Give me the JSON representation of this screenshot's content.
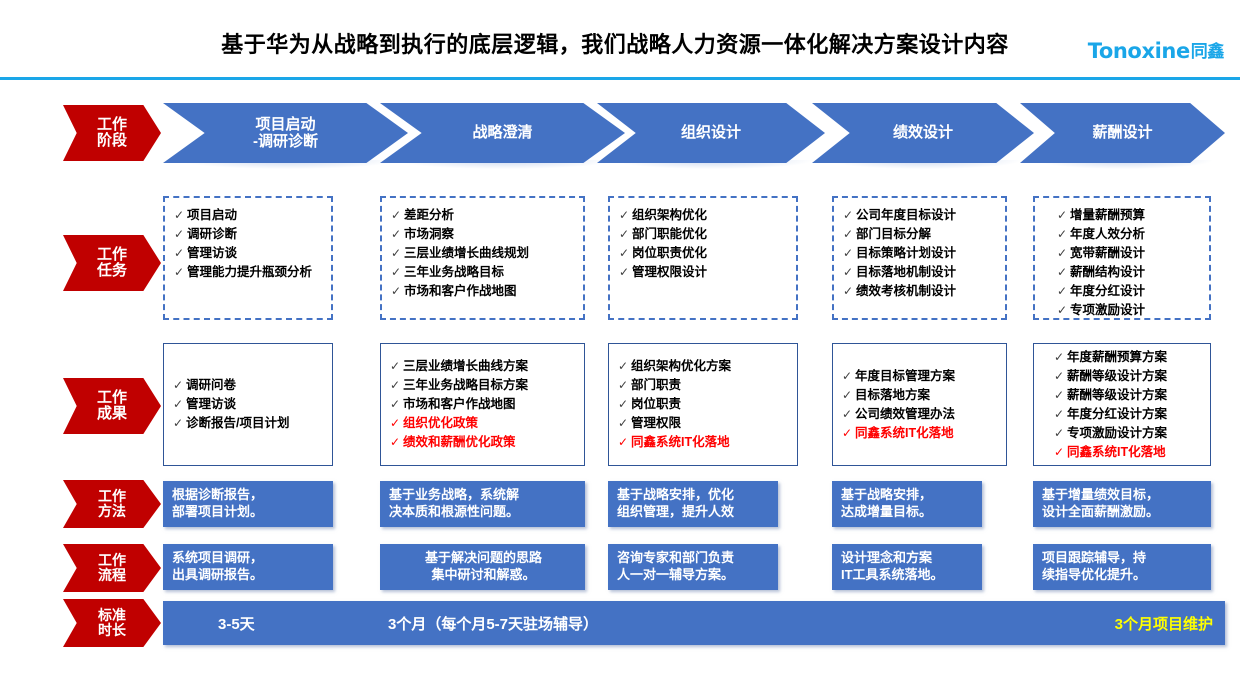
{
  "header": {
    "title": "基于华为从战略到执行的底层逻辑，我们战略人力资源一体化解决方案设计内容",
    "logo_latin": "Tonoxine",
    "logo_cjk": "同鑫",
    "accent_color": "#1aa6e8"
  },
  "colors": {
    "red": "#c00000",
    "blue": "#4472c4",
    "dark_blue": "#2f5597",
    "red_text": "#ff0000",
    "yellow_text": "#ffff00"
  },
  "row_labels": {
    "stage": [
      "工作",
      "阶段"
    ],
    "task": [
      "工作",
      "任务"
    ],
    "result": [
      "工作",
      "成果"
    ],
    "method": [
      "工作",
      "方法"
    ],
    "process": [
      "工作",
      "流程"
    ],
    "duration": [
      "标准",
      "时长"
    ]
  },
  "stages": [
    {
      "line1": "项目启动",
      "line2": "-调研诊断"
    },
    {
      "line1": "战略澄清",
      "line2": ""
    },
    {
      "line1": "组织设计",
      "line2": ""
    },
    {
      "line1": "绩效设计",
      "line2": ""
    },
    {
      "line1": "薪酬设计",
      "line2": ""
    }
  ],
  "tasks": [
    {
      "items": [
        {
          "text": "项目启动",
          "red": false
        },
        {
          "text": "调研诊断",
          "red": false
        },
        {
          "text": "管理访谈",
          "red": false
        },
        {
          "text": "管理能力提升瓶颈分析",
          "red": false,
          "wrap": true
        }
      ]
    },
    {
      "items": [
        {
          "text": "差距分析",
          "red": false
        },
        {
          "text": "市场洞察",
          "red": false
        },
        {
          "text": "三层业绩增长曲线规划",
          "red": false
        },
        {
          "text": "三年业务战略目标",
          "red": false
        },
        {
          "text": "市场和客户作战地图",
          "red": false
        }
      ]
    },
    {
      "items": [
        {
          "text": "组织架构优化",
          "red": false
        },
        {
          "text": "部门职能优化",
          "red": false
        },
        {
          "text": "岗位职责优化",
          "red": false
        },
        {
          "text": "管理权限设计",
          "red": false
        }
      ]
    },
    {
      "items": [
        {
          "text": "公司年度目标设计",
          "red": false
        },
        {
          "text": "部门目标分解",
          "red": false
        },
        {
          "text": "目标策略计划设计",
          "red": false
        },
        {
          "text": "目标落地机制设计",
          "red": false
        },
        {
          "text": "绩效考核机制设计",
          "red": false
        }
      ]
    },
    {
      "items": [
        {
          "text": "增量薪酬预算",
          "red": false
        },
        {
          "text": "年度人效分析",
          "red": false
        },
        {
          "text": "宽带薪酬设计",
          "red": false
        },
        {
          "text": "薪酬结构设计",
          "red": false
        },
        {
          "text": "年度分红设计",
          "red": false
        },
        {
          "text": "专项激励设计",
          "red": false
        }
      ]
    }
  ],
  "results": [
    {
      "items": [
        {
          "text": "调研问卷",
          "red": false
        },
        {
          "text": "管理访谈",
          "red": false
        },
        {
          "text": "诊断报告/项目计划",
          "red": false
        }
      ]
    },
    {
      "items": [
        {
          "text": "三层业绩增长曲线方案",
          "red": false
        },
        {
          "text": "三年业务战略目标方案",
          "red": false
        },
        {
          "text": "市场和客户作战地图",
          "red": false
        },
        {
          "text": "组织优化政策",
          "red": true
        },
        {
          "text": "绩效和薪酬优化政策",
          "red": true
        }
      ]
    },
    {
      "items": [
        {
          "text": "组织架构优化方案",
          "red": false
        },
        {
          "text": "部门职责",
          "red": false
        },
        {
          "text": "岗位职责",
          "red": false
        },
        {
          "text": "管理权限",
          "red": false
        },
        {
          "text": "同鑫系统IT化落地",
          "red": true
        }
      ]
    },
    {
      "items": [
        {
          "text": "年度目标管理方案",
          "red": false
        },
        {
          "text": "目标落地方案",
          "red": false
        },
        {
          "text": "公司绩效管理办法",
          "red": false
        },
        {
          "text": "同鑫系统IT化落地",
          "red": true
        }
      ]
    },
    {
      "items": [
        {
          "text": "年度薪酬预算方案",
          "red": false
        },
        {
          "text": "薪酬等级设计方案",
          "red": false
        },
        {
          "text": "薪酬等级设计方案",
          "red": false
        },
        {
          "text": "年度分红设计方案",
          "red": false
        },
        {
          "text": "专项激励设计方案",
          "red": false
        },
        {
          "text": "同鑫系统IT化落地",
          "red": true
        }
      ]
    }
  ],
  "methods": [
    {
      "line1": "根据诊断报告，",
      "line2": "部署项目计划。"
    },
    {
      "line1": "基于业务战略，系统解",
      "line2": "决本质和根源性问题。"
    },
    {
      "line1": "基于战略安排，优化",
      "line2": "组织管理，提升人效"
    },
    {
      "line1": "基于战略安排，",
      "line2": "达成增量目标。"
    },
    {
      "line1": "基于增量绩效目标，",
      "line2": "设计全面薪酬激励。"
    }
  ],
  "processes": [
    {
      "line1": "系统项目调研，",
      "line2": "出具调研报告。"
    },
    {
      "line1": "基于解决问题的思路",
      "line2": "集中研讨和解惑。"
    },
    {
      "line1": "咨询专家和部门负责",
      "line2": "人一对一辅导方案。"
    },
    {
      "line1": "设计理念和方案",
      "line2": "IT工具系统落地。"
    },
    {
      "line1": "项目跟踪辅导，持",
      "line2": "续指导优化提升。"
    }
  ],
  "durations": [
    {
      "text": "3-5天",
      "highlight": false
    },
    {
      "text": "3个月（每个月5-7天驻场辅导）",
      "highlight": false
    },
    {
      "text": "3个月项目维护",
      "highlight": true
    }
  ]
}
